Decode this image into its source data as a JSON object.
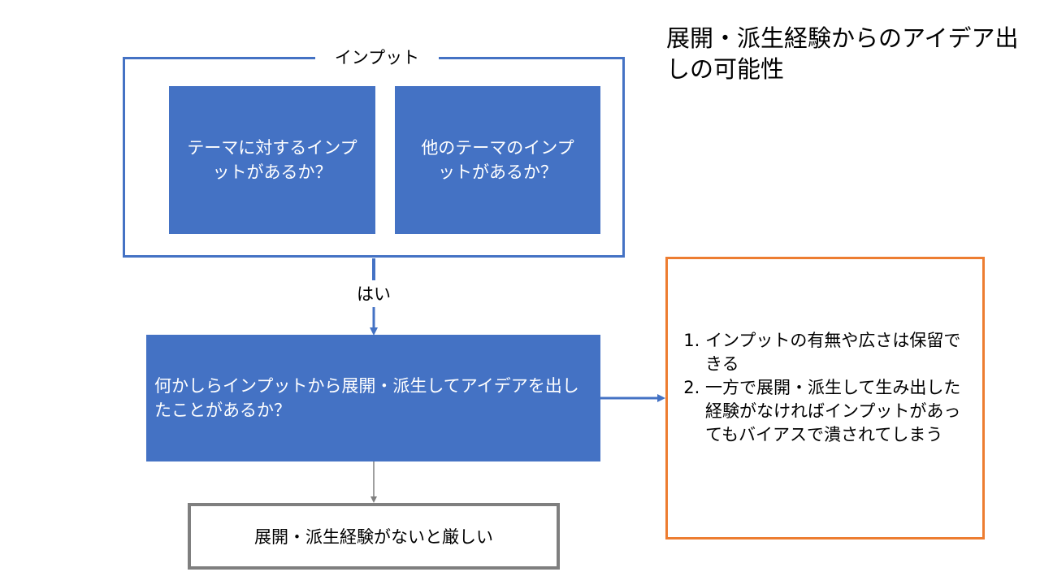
{
  "title": "展開・派生経験からのアイデア出しの可能性",
  "input_group": {
    "label": "インプット",
    "box_a": "テーマに対するインプットがあるか？",
    "box_b": "他のテーマのインプットがあるか？"
  },
  "edge_yes_label": "はい",
  "decision_box": "何かしらインプットから展開・派生してアイデアを出したことがあるか？",
  "outcome_box": "展開・派生経験がないと厳しい",
  "note_box": {
    "items": [
      "インプットの有無や広さは保留できる",
      "一方で展開・派生して生み出した経験がなければインプットがあってもバイアスで潰されてしまう"
    ]
  },
  "colors": {
    "blue": "#4472c4",
    "orange": "#ed7d31",
    "gray": "#7f7f7f"
  }
}
